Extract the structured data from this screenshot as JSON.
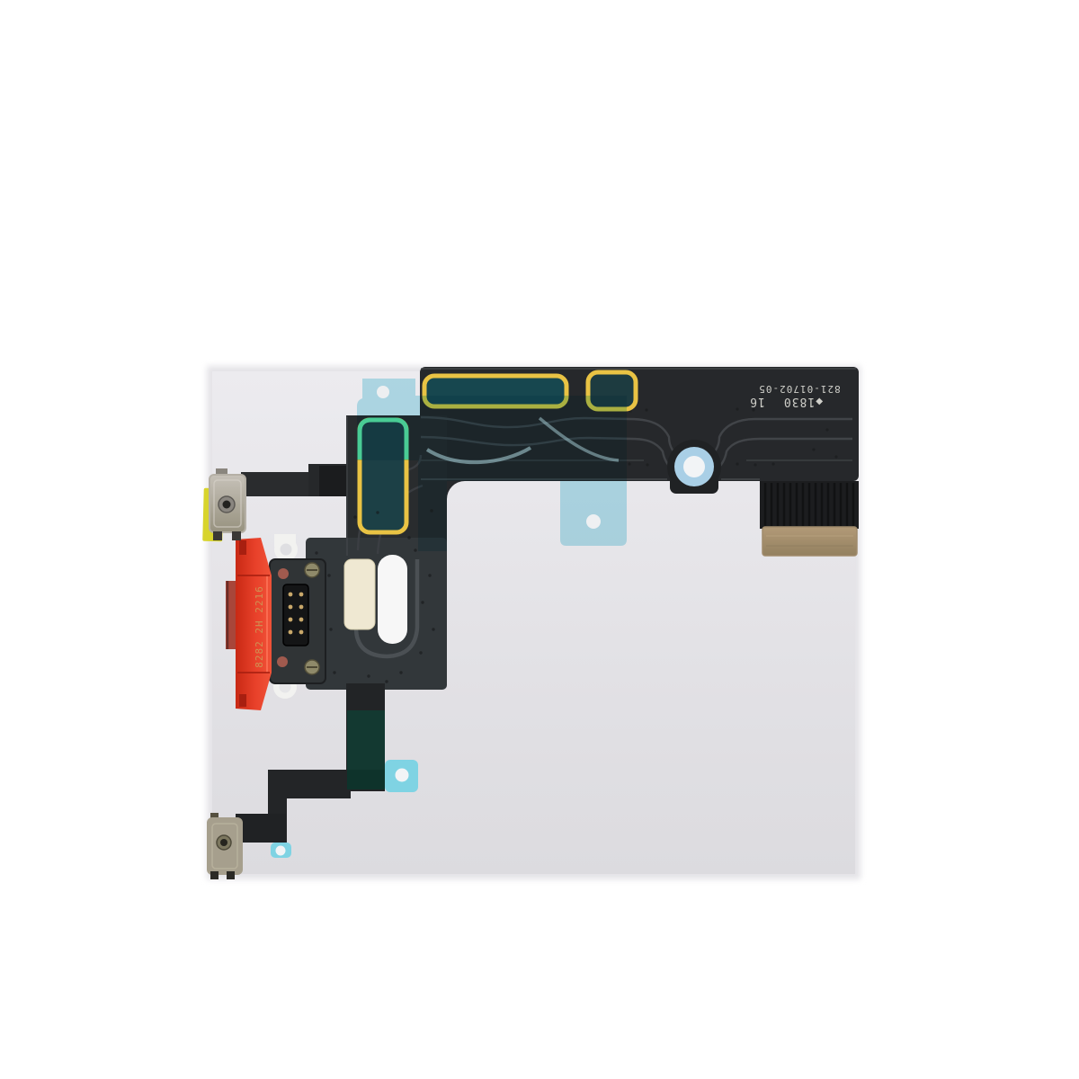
{
  "photo": {
    "subject": "iphone-xr-charging-port-flex-cable",
    "markings": {
      "board_number": "821-01702-05",
      "date_code": "◆1830",
      "revision": "16",
      "connector_code": "8282 2H 2216"
    },
    "colors": {
      "backdrop": "#e4e3e7",
      "flex_dark": "#26282b",
      "flex_darker": "#1c1d1f",
      "plate": "#32373a",
      "film_cyan": "#8fd8e8",
      "gasket_yellow": "#e9c344",
      "gasket_mint": "#3ecf9f",
      "gasket_interior": "#17474f",
      "connector_red": "#e23a22",
      "connector_tip": "#a8463a",
      "gold_pad": "#a08b6c",
      "kapton_yellow": "#d8d42c",
      "metal_bracket": "#b5b0a6",
      "metal_bracket_lower": "#a69f8d",
      "adhesive_blue": "#a9cfe6",
      "adhesive_tab_cyan": "#74d2e3",
      "cream_pad": "#efe8d2",
      "white_slot": "#f7f7f7",
      "adhesive_green": "#123c32",
      "pull_tab_white": "#f2f2f0",
      "marking_text": "#cfcfc9",
      "connector_text": "#caa05a"
    }
  }
}
